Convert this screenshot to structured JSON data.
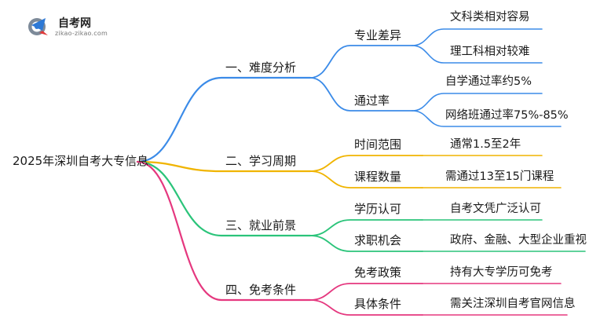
{
  "logo": {
    "brand": "自考网",
    "url": "zikao-zikao.com",
    "colors": {
      "blue": "#2d79d6",
      "red": "#e03a3a",
      "gray": "#7d8a99"
    }
  },
  "root": {
    "label": "2025年深圳自考大专信息"
  },
  "branches": [
    {
      "label": "一、难度分析",
      "color": "#3b8be8",
      "children": [
        {
          "label": "专业差异",
          "children": [
            "文科类相对容易",
            "理工科相对较难"
          ]
        },
        {
          "label": "通过率",
          "children": [
            "自学通过率约5%",
            "网络班通过率75%-85%"
          ]
        }
      ]
    },
    {
      "label": "二、学习周期",
      "color": "#f0b400",
      "children": [
        {
          "label": "时间范围",
          "children": [
            "通常1.5至2年"
          ]
        },
        {
          "label": "课程数量",
          "children": [
            "需通过13至15门课程"
          ]
        }
      ]
    },
    {
      "label": "三、就业前景",
      "color": "#2bc47a",
      "children": [
        {
          "label": "学历认可",
          "children": [
            "自考文凭广泛认可"
          ]
        },
        {
          "label": "求职机会",
          "children": [
            "政府、金融、大型企业重视"
          ]
        }
      ]
    },
    {
      "label": "四、免考条件",
      "color": "#e5387f",
      "children": [
        {
          "label": "免考政策",
          "children": [
            "持有大专学历可免考"
          ]
        },
        {
          "label": "具体条件",
          "children": [
            "需关注深圳自考官网信息"
          ]
        }
      ]
    }
  ]
}
